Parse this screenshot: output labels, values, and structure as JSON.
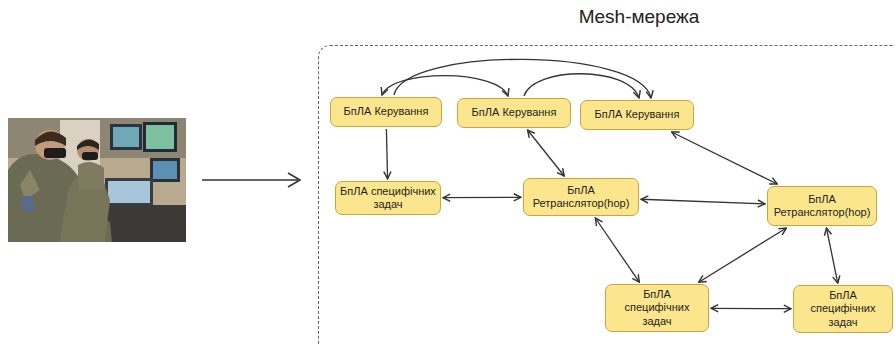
{
  "diagram": {
    "nodes": [
      {
        "text": [
          "Mesh-мережа"
        ]
      },
      {
        "text": [
          "БпЛА Керування"
        ],
        "in": 0
      },
      {
        "text": [
          "БпЛА Керування"
        ],
        "in": 0
      },
      {
        "text": [
          "БпЛА Керування"
        ],
        "in": 0
      },
      {
        "text": [
          "БпЛА специфічних задач"
        ],
        "in": 0
      },
      {
        "text": [
          "БпЛА Ретранслятор(hop)"
        ],
        "in": 0
      },
      {
        "text": [
          "БпЛА Ретранслятор(hop)"
        ],
        "in": 0
      },
      {
        "text": [
          "БпЛА специфічних задач"
        ],
        "in": 0
      },
      {
        "text": [
          "БпЛА специфічних задач"
        ],
        "in": 0
      }
    ],
    "edges": [
      {
        "from": 1,
        "to": 2,
        "arrow": "both"
      },
      {
        "from": 1,
        "to": 3,
        "arrow": "to"
      },
      {
        "from": 2,
        "to": 3,
        "arrow": "to"
      },
      {
        "from": 1,
        "to": 4,
        "arrow": "to"
      },
      {
        "from": 2,
        "to": 5,
        "arrow": "both"
      },
      {
        "from": 3,
        "to": 6,
        "arrow": "both"
      },
      {
        "from": 4,
        "to": 5,
        "arrow": "both"
      },
      {
        "from": 5,
        "to": 6,
        "arrow": "both"
      },
      {
        "from": 5,
        "to": 7,
        "arrow": "both"
      },
      {
        "from": 6,
        "to": 7,
        "arrow": "both"
      },
      {
        "from": 6,
        "to": 8,
        "arrow": "both"
      },
      {
        "from": 7,
        "to": 8,
        "arrow": "both"
      }
    ]
  }
}
